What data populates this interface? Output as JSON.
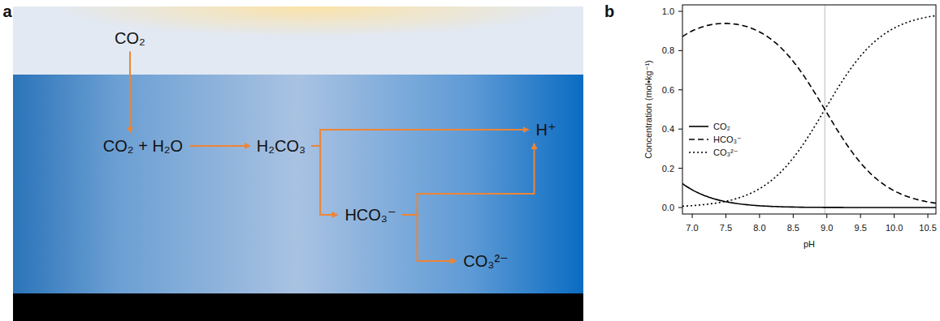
{
  "diagram": {
    "nodes": [
      {
        "text": [
          "CO₂"
        ]
      },
      {
        "text": [
          "CO₂ + H₂O"
        ]
      },
      {
        "text": [
          "H₂CO₃"
        ]
      },
      {
        "text": [
          "H⁺"
        ]
      },
      {
        "text": [
          "HCO₃⁻"
        ]
      },
      {
        "text": [
          "CO₃²⁻"
        ]
      }
    ],
    "edges": [
      {
        "from": 0,
        "to": 1,
        "arrow": "to"
      },
      {
        "from": 1,
        "to": 2,
        "arrow": "to"
      },
      {
        "from": 2,
        "to": 3,
        "arrow": "to"
      },
      {
        "from": 2,
        "to": 4,
        "arrow": "to"
      },
      {
        "from": 4,
        "to": 3,
        "arrow": "to"
      },
      {
        "from": 4,
        "to": 5,
        "arrow": "to"
      }
    ],
    "labels": [
      "a",
      "b",
      "Concentration (mol•kg⁻¹)",
      "pH",
      "0.0",
      "0.2",
      "0.4",
      "0.6",
      "0.8",
      "1.0",
      "7.0",
      "7.5",
      "8.0",
      "8.5",
      "9.0",
      "9.5",
      "10.0",
      "10.5"
    ],
    "legend": [
      {
        "text": "CO₂"
      },
      {
        "text": "HCO₃⁻"
      },
      {
        "text": "CO₃²⁻"
      }
    ]
  }
}
